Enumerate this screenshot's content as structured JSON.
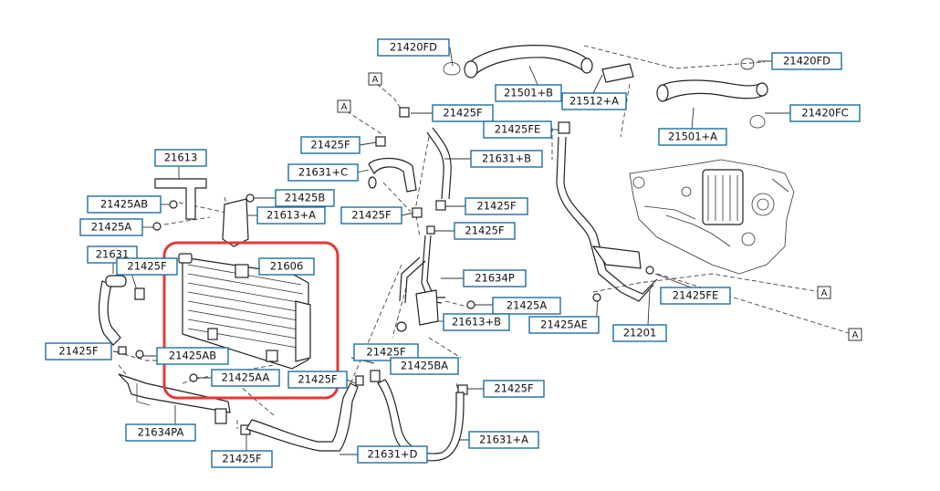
{
  "colors": {
    "label_border": "#1f6ea0",
    "highlight": "#e53935",
    "line": "#222222"
  },
  "labels": {
    "l21420FD_top": "21420FD",
    "l21420FD_right": "21420FD",
    "l21501B": "21501+B",
    "l21512A": "21512+A",
    "l21420FC": "21420FC",
    "l21425F_1": "21425F",
    "l21425FE_1": "21425FE",
    "l21501A": "21501+A",
    "l21425F_2": "21425F",
    "l21631B": "21631+B",
    "l21613": "21613",
    "l21631C": "21631+C",
    "l21425B": "21425B",
    "l21425AB_1": "21425AB",
    "l21613A": "21613+A",
    "l21425F_3": "21425F",
    "l21425F_4": "21425F",
    "l21425A_1": "21425A",
    "l21425F_5": "21425F",
    "l21631": "21631",
    "l21425F_6": "21425F",
    "l21606": "21606",
    "l21634P": "21634P",
    "l21425FE_2": "21425FE",
    "l21425A_2": "21425A",
    "l21613B": "21613+B",
    "l21425AE": "21425AE",
    "l21201": "21201",
    "l21425F_7": "21425F",
    "l21425AB_2": "21425AB",
    "l21425F_8": "21425F",
    "l21425BA": "21425BA",
    "l21425AA": "21425AA",
    "l21425F_9": "21425F",
    "l21425F_10": "21425F",
    "l21634PA": "21634PA",
    "l21631A": "21631+A",
    "l21631D": "21631+D",
    "l21425F_11": "21425F"
  },
  "ref_markers": {
    "a": "A"
  }
}
